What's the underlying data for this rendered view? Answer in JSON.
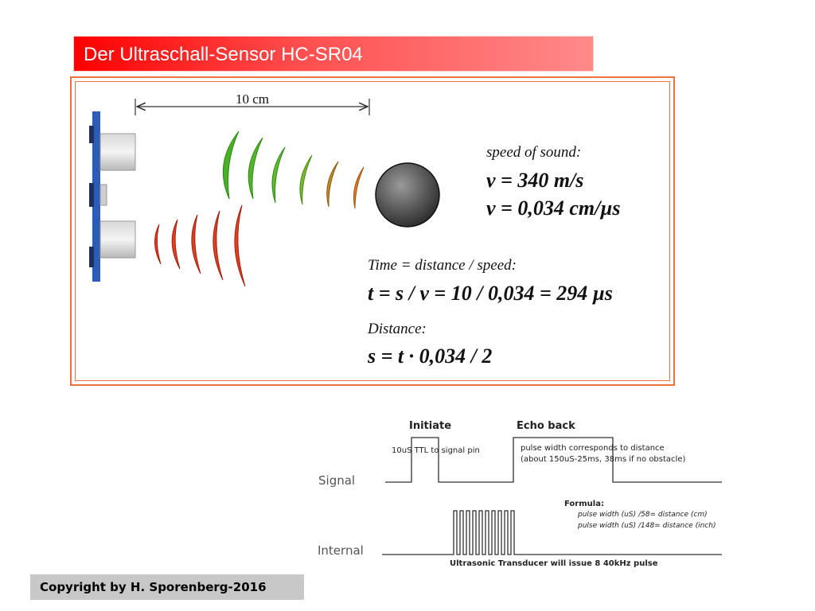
{
  "header": {
    "title": "Der Ultraschall-Sensor HC-SR04"
  },
  "diagram": {
    "distance_label": "10 cm",
    "speed_label": "speed of sound:",
    "speed_ms": "v = 340 m/s",
    "speed_cmus": "v = 0,034 cm/µs",
    "time_label": "Time = distance / speed:",
    "time_formula": "t = s / v = 10 / 0,034 = 294 µs",
    "distance_label2": "Distance:",
    "distance_formula": "s = t · 0,034 / 2"
  },
  "timing": {
    "initiate": "Initiate",
    "echo_back": "Echo back",
    "ttl_note": "10uS TTL to signal pin",
    "pulse_note_1": "pulse width corresponds to distance",
    "pulse_note_2": "(about 150uS-25ms, 38ms if no obstacle)",
    "signal": "Signal",
    "internal": "Internal",
    "formula_title": "Formula:",
    "formula_1": "pulse width (uS) /58= distance (cm)",
    "formula_2": "pulse width (uS) /148= distance (inch)",
    "transducer_note": "Ultrasonic Transducer will issue 8 40kHz pulse"
  },
  "footer": {
    "copyright": "Copyright by H. Sporenberg-2016"
  },
  "colors": {
    "title_red": "#ff0000",
    "frame_orange": "#f07040",
    "wave_green": "#4caf28",
    "wave_orange": "#e07a18",
    "wave_red": "#e04020",
    "sensor_blue": "#2a5cb8"
  },
  "icons": [
    "hc-sr04-sensor-icon",
    "sound-wave-icon",
    "obstacle-ball-icon"
  ]
}
